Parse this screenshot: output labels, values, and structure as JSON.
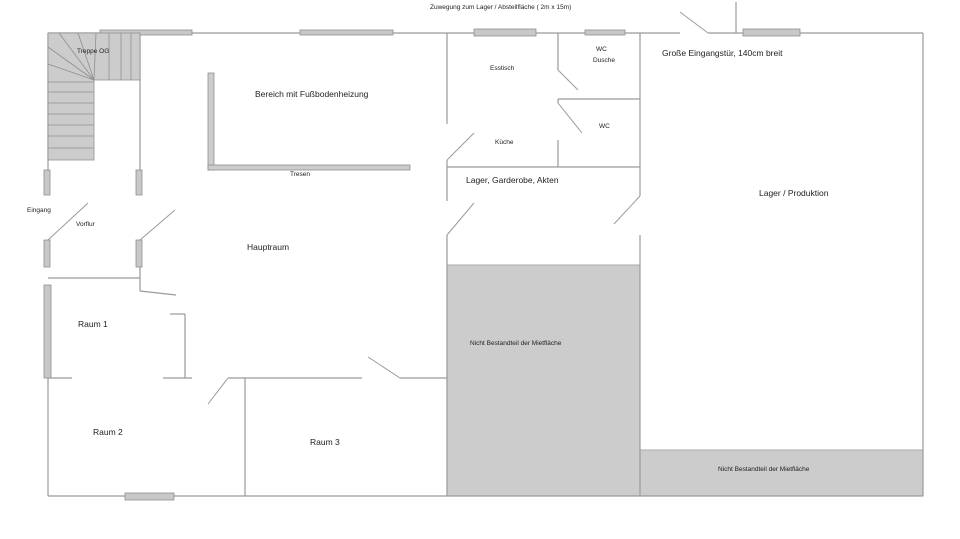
{
  "colors": {
    "wall": "#9a9a9a",
    "window_fill": "#c8c8c8",
    "window_stroke": "#8f8f8f",
    "excluded_fill": "#cccccc",
    "stairs_fill": "#cccccc",
    "text": "#222222"
  },
  "labels": {
    "access_note": "Zuwegung zum Lager / Abstellfläche ( 2m x 15m)",
    "stairs": "Treppe OG",
    "heated_area": "Bereich mit Fußbodenheizung",
    "counter": "Tresen",
    "dining": "Esstisch",
    "wc_shower_1": "WC",
    "wc_shower_2": "Dusche",
    "wc": "WC",
    "kitchen": "Küche",
    "storage_wardrobe": "Lager, Garderobe, Akten",
    "large_door": "Große Eingangstür, 140cm breit",
    "storage_production": "Lager / Produktion",
    "entrance": "Eingang",
    "vestibule": "Vorflur",
    "main_room": "Hauptraum",
    "room1": "Raum 1",
    "room2": "Raum 2",
    "room3": "Raum 3",
    "not_rental_1": "Nicht Bestandteil der Mietfläche",
    "not_rental_2": "Nicht Bestandteil der Mietfläche"
  }
}
